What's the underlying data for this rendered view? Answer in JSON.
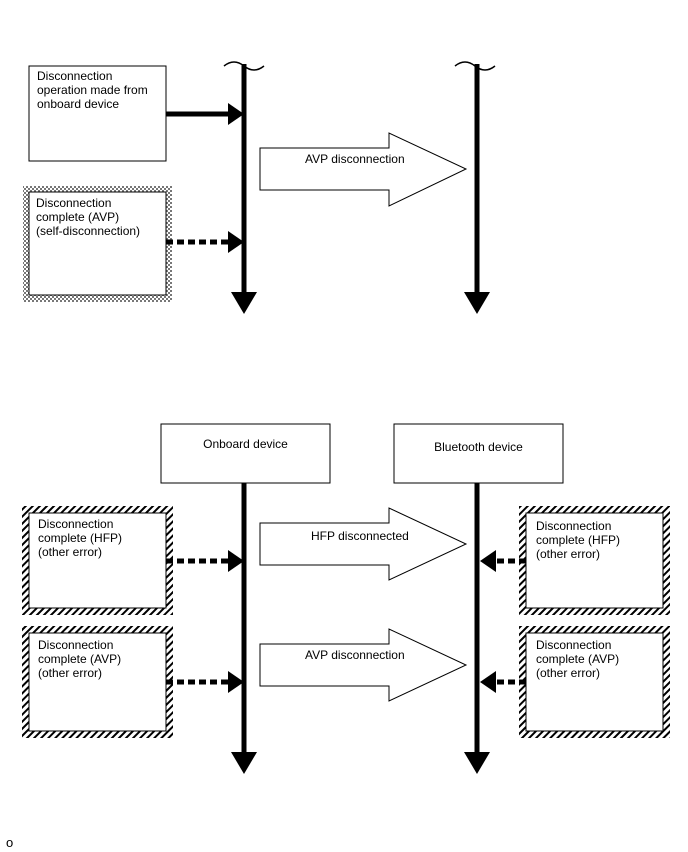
{
  "top": {
    "box_request": "Disconnection\noperation made from\nonboard device",
    "box_self": "Disconnection\ncomplete (AVP)\n(self-disconnection)",
    "arrow_label": "AVP disconnection"
  },
  "bottom": {
    "onboard_title": "Onboard device",
    "bluetooth_title": "Bluetooth device",
    "left_hfp": "Disconnection\ncomplete (HFP)\n(other error)",
    "left_avp": "Disconnection\ncomplete (AVP)\n(other error)",
    "right_hfp": "Disconnection\ncomplete (HFP)\n(other error)",
    "right_avp": "Disconnection\ncomplete (AVP)\n(other error)",
    "arrow_hfp_label": "HFP disconnected",
    "arrow_avp_label": "AVP disconnection"
  },
  "footer": {
    "text": "o"
  },
  "colors": {
    "line": "#000000",
    "background": "#ffffff",
    "hatch": "#000000"
  }
}
